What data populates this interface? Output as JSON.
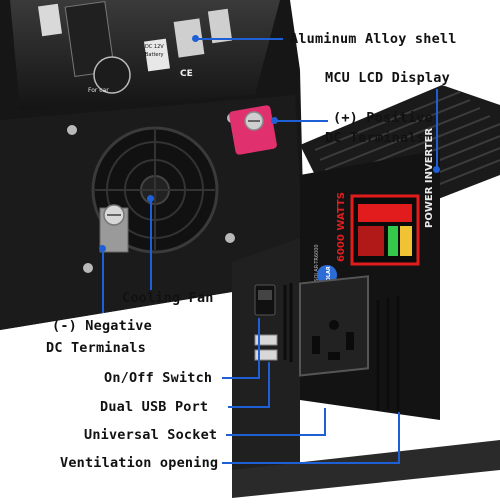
{
  "callouts": {
    "shell": "Aluminum Alloy shell",
    "lcd": "MCU LCD Display",
    "pos_line1": "(+) Positive",
    "pos_line2": "DC Terminals",
    "fan": "Cooling Fan",
    "neg_line1": "(-) Negative",
    "neg_line2": "DC Terminals",
    "switch": "On/Off Switch",
    "usb": "Dual USB Port",
    "socket": "Universal Socket",
    "vent": "Ventilation opening"
  },
  "product": {
    "brand": "POWER INVERTER",
    "watts": "6000 WATTS",
    "model": "Model: SOLAR-TR6000",
    "badge": "SOLAR",
    "label_line1": "For car",
    "label_line2": "DC 12V",
    "label_line3": "Battery",
    "ce_mark": "CE"
  },
  "colors": {
    "callout_line": "#1f5fd6",
    "inverter_body": "#111111",
    "positive_terminal": "#e0306e",
    "lcd_red": "#e21c1c"
  },
  "icons": [
    "lightning-icon",
    "ce-mark-icon"
  ]
}
